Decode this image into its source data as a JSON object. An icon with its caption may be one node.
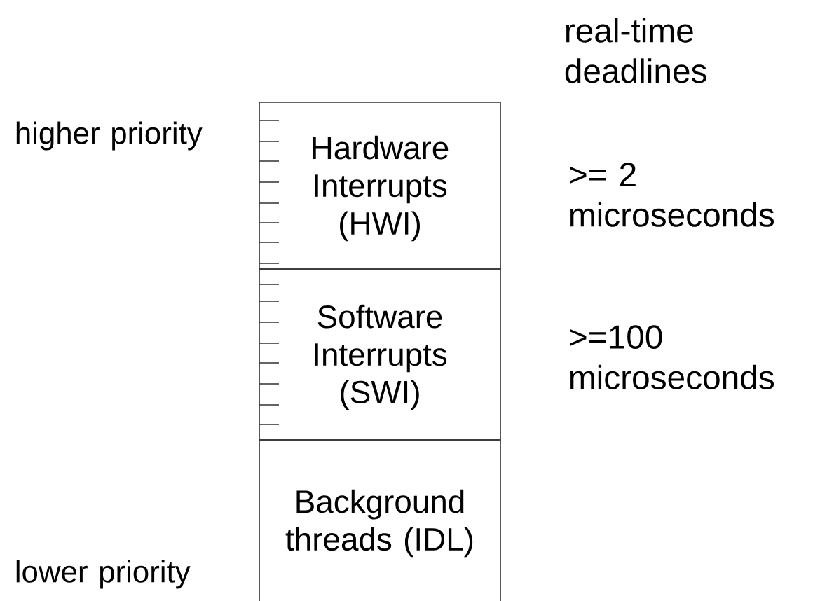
{
  "diagram": {
    "nodes": [
      {
        "text": [
          "Hardware Interrupts (HWI)"
        ]
      },
      {
        "text": [
          "Software Interrupts (SWI)"
        ]
      },
      {
        "text": [
          "Background threads (IDL)"
        ]
      }
    ],
    "labels": [
      "real-time deadlines",
      "higher priority",
      ">= 2 microseconds",
      ">=100 microseconds",
      "lower priority"
    ]
  }
}
